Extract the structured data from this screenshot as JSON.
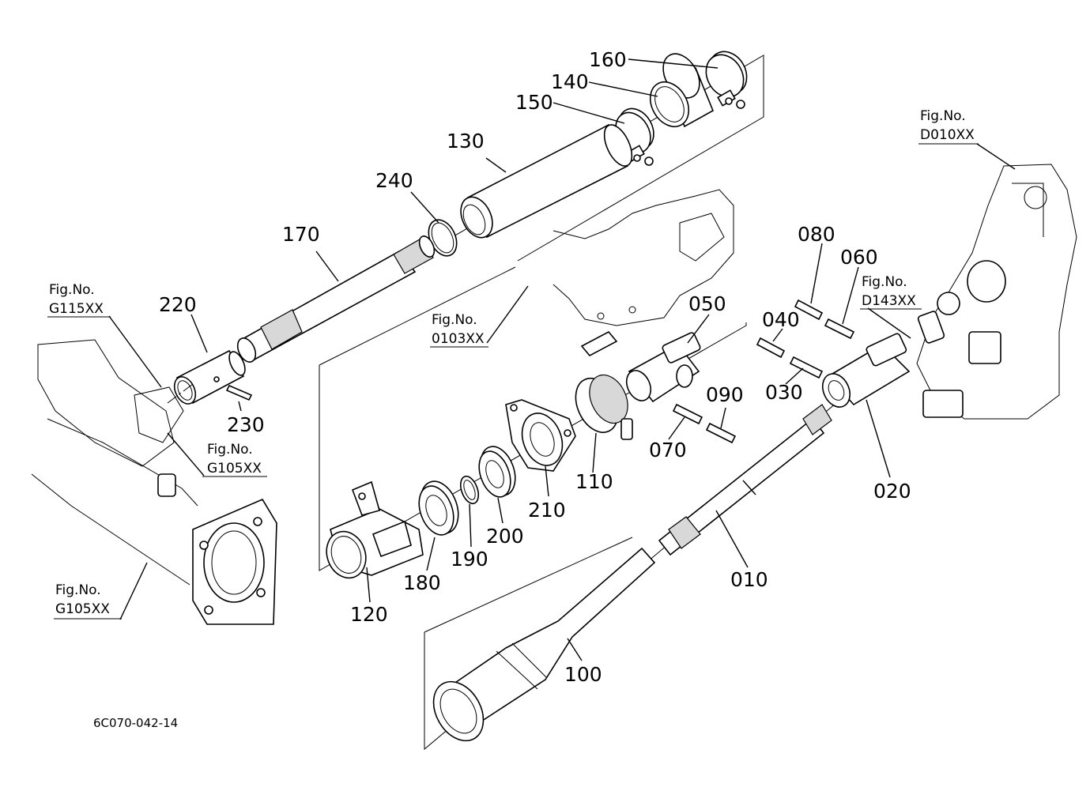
{
  "diagram": {
    "drawing_code": "6C070-042-14",
    "callouts": [
      {
        "id": "p160",
        "text": "160"
      },
      {
        "id": "p140",
        "text": "140"
      },
      {
        "id": "p150",
        "text": "150"
      },
      {
        "id": "p130",
        "text": "130"
      },
      {
        "id": "p240",
        "text": "240"
      },
      {
        "id": "p170",
        "text": "170"
      },
      {
        "id": "p220",
        "text": "220"
      },
      {
        "id": "p230",
        "text": "230"
      },
      {
        "id": "p050",
        "text": "050"
      },
      {
        "id": "p080",
        "text": "080"
      },
      {
        "id": "p060",
        "text": "060"
      },
      {
        "id": "p040",
        "text": "040"
      },
      {
        "id": "p030",
        "text": "030"
      },
      {
        "id": "p090",
        "text": "090"
      },
      {
        "id": "p070",
        "text": "070"
      },
      {
        "id": "p110",
        "text": "110"
      },
      {
        "id": "p210",
        "text": "210"
      },
      {
        "id": "p200",
        "text": "200"
      },
      {
        "id": "p190",
        "text": "190"
      },
      {
        "id": "p180",
        "text": "180"
      },
      {
        "id": "p120",
        "text": "120"
      },
      {
        "id": "p020",
        "text": "020"
      },
      {
        "id": "p010",
        "text": "010"
      },
      {
        "id": "p100",
        "text": "100"
      }
    ],
    "figure_refs": [
      {
        "id": "fig-g115",
        "label": "Fig.No.",
        "code": "G115XX"
      },
      {
        "id": "fig-g105-upper",
        "label": "Fig.No.",
        "code": "G105XX"
      },
      {
        "id": "fig-g105-lower",
        "label": "Fig.No.",
        "code": "G105XX"
      },
      {
        "id": "fig-0103",
        "label": "Fig.No.",
        "code": "0103XX"
      },
      {
        "id": "fig-d143",
        "label": "Fig.No.",
        "code": "D143XX"
      },
      {
        "id": "fig-d010",
        "label": "Fig.No.",
        "code": "D010XX"
      }
    ]
  }
}
